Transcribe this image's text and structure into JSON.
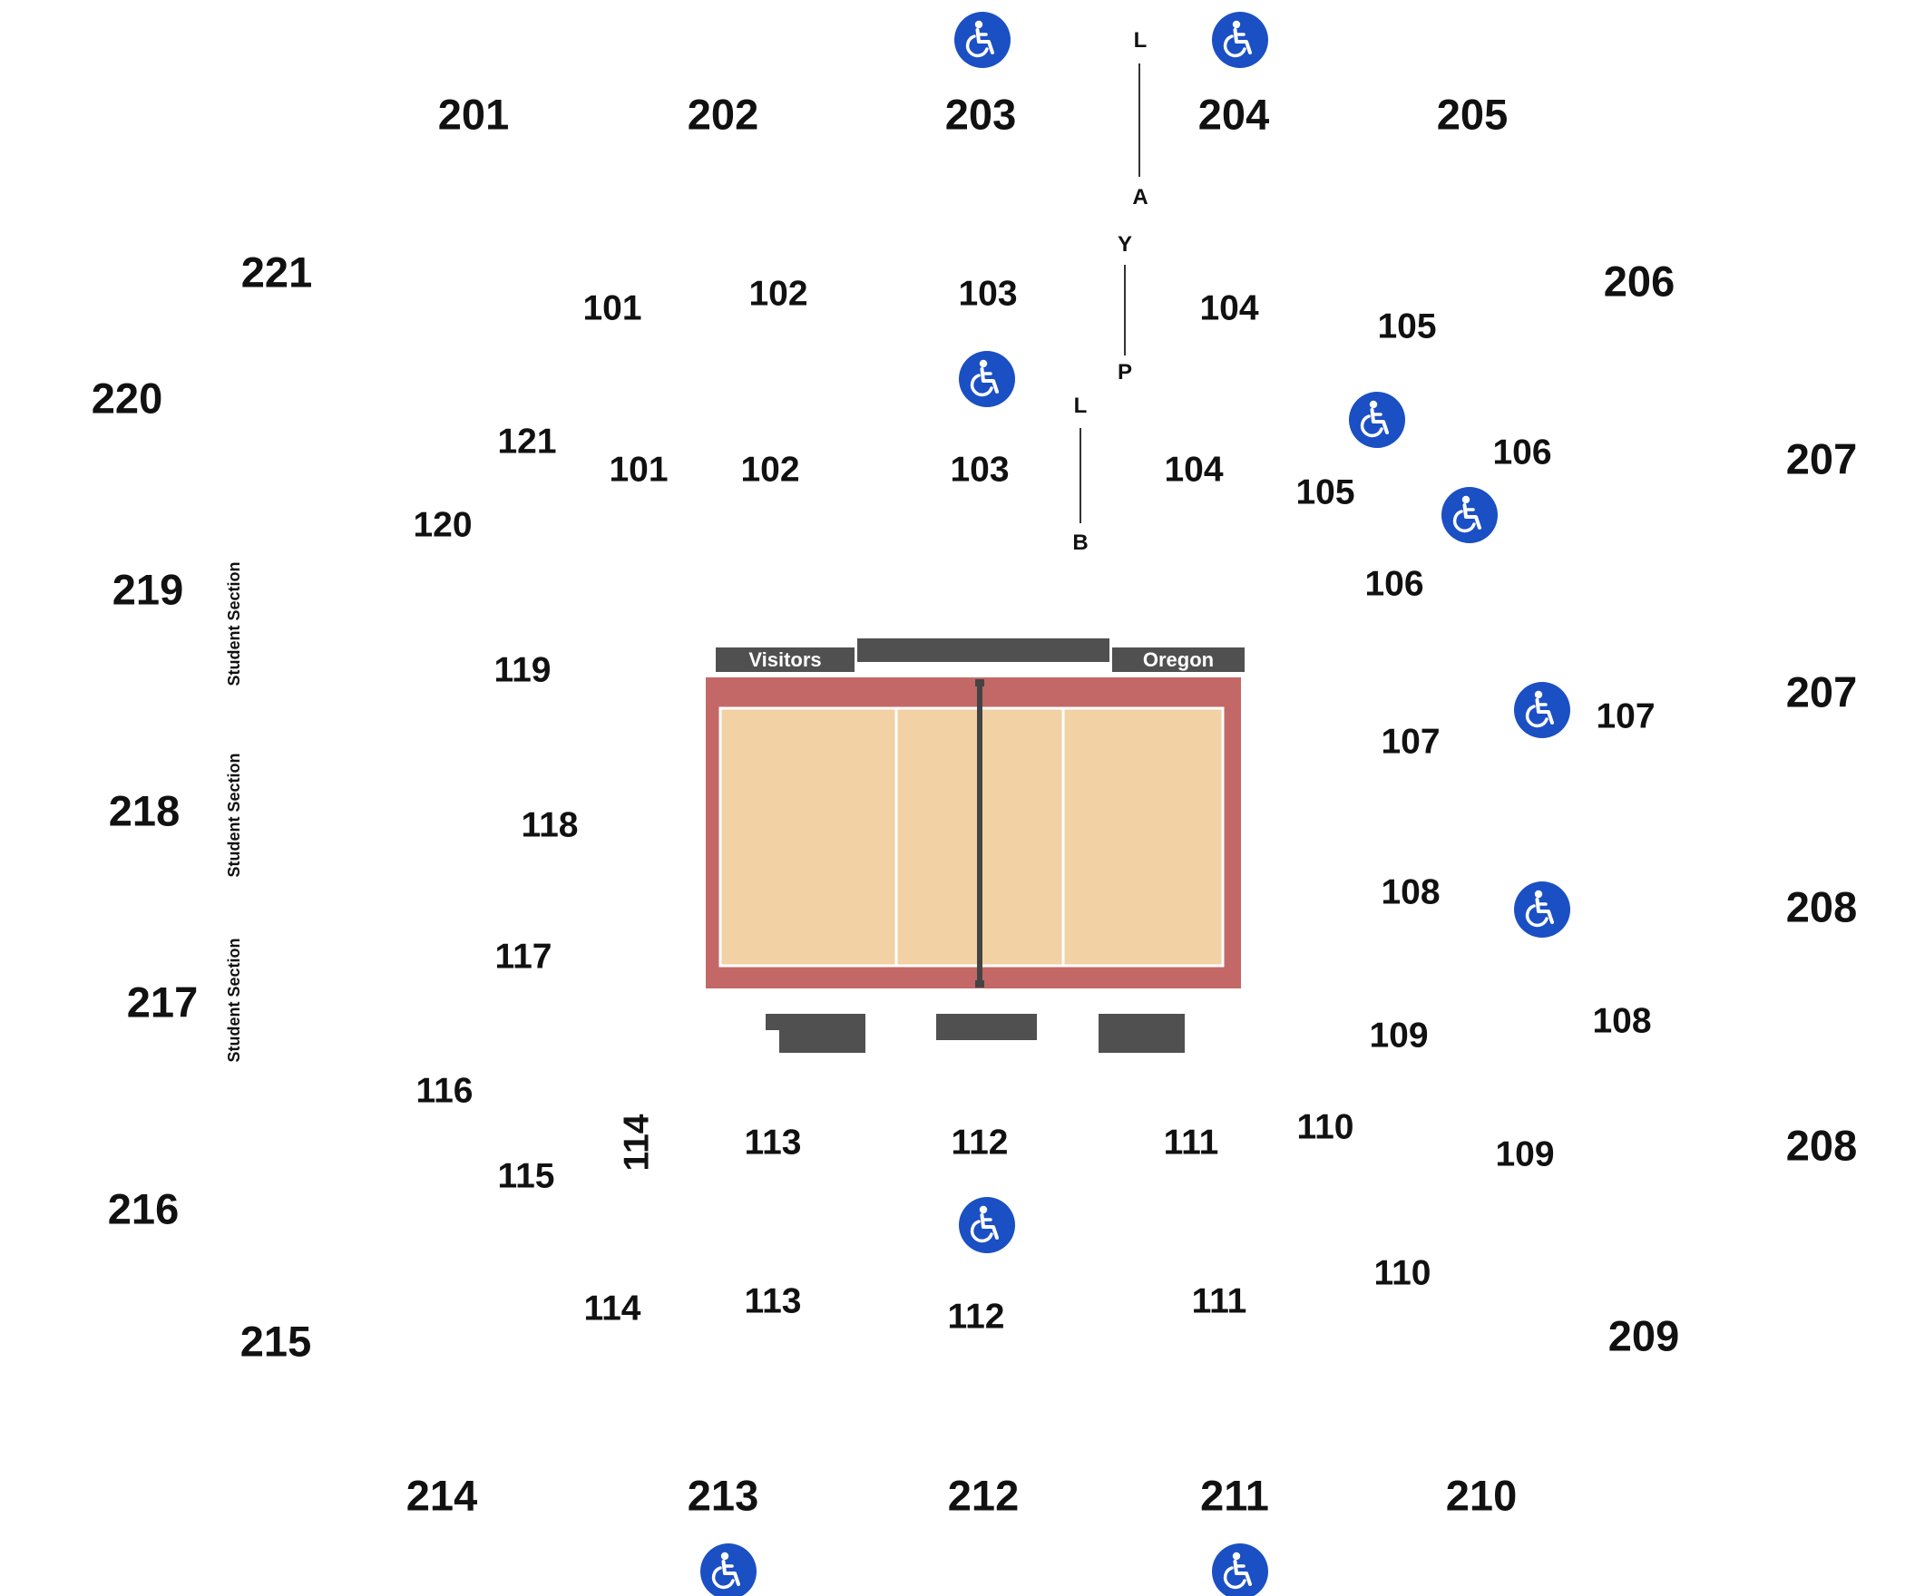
{
  "map": {
    "upper_sections": [
      "201",
      "202",
      "203",
      "204",
      "205",
      "206",
      "207",
      "207",
      "208",
      "208",
      "209",
      "210",
      "211",
      "212",
      "213",
      "214",
      "215",
      "216",
      "217",
      "218",
      "219",
      "220",
      "221"
    ],
    "lower_sections": [
      "101",
      "102",
      "103",
      "104",
      "105",
      "101",
      "102",
      "103",
      "104",
      "105",
      "106",
      "106",
      "107",
      "107",
      "108",
      "108",
      "109",
      "109",
      "110",
      "110",
      "111",
      "111",
      "112",
      "112",
      "113",
      "113",
      "114",
      "114",
      "115",
      "116",
      "117",
      "118",
      "119",
      "120",
      "121"
    ],
    "letters": [
      "L",
      "A",
      "Y",
      "P",
      "L",
      "B"
    ],
    "student_section_label": "Student Section",
    "benches": {
      "visitors": "Visitors",
      "home": "Oregon"
    },
    "icons": [
      "wheelchair-accessible-icon"
    ],
    "colors": {
      "court_surround": "#c36866",
      "court_floor": "#f2d1a4",
      "accessible_icon": "#1b4fc4",
      "bench": "#505050"
    }
  }
}
